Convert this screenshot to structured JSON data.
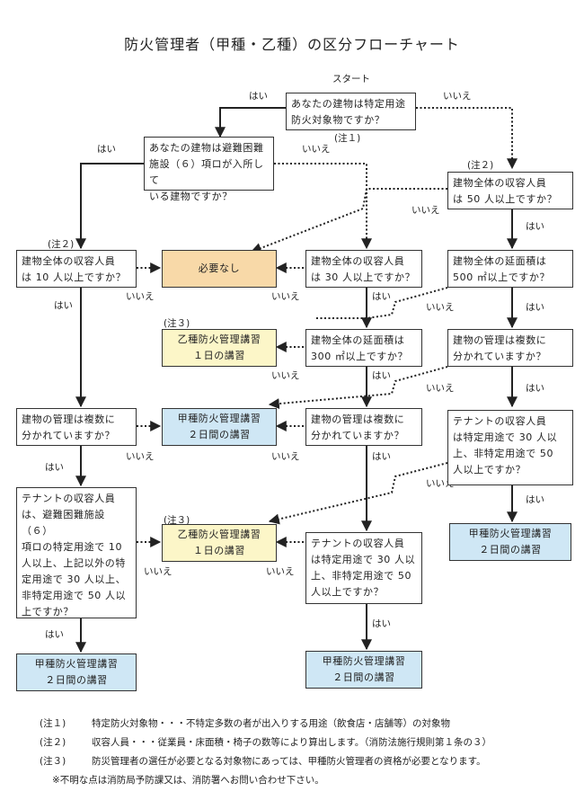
{
  "title": "防火管理者（甲種・乙種）の区分フローチャート",
  "start": "スタート",
  "yes": "はい",
  "no": "いいえ",
  "note_marks": {
    "n1": "(注１)",
    "n2": "(注２)",
    "n3": "(注３)"
  },
  "boxes": {
    "q_specific": [
      "あなたの建物は特定用途",
      "防火対象物ですか？"
    ],
    "q_evac": [
      "あなたの建物は避難困難",
      "施設（６）項ロが入所して",
      "いる建物ですか？"
    ],
    "q_r_cap50": [
      "建物全体の収容人員",
      "は 50 人以上ですか？"
    ],
    "q_l_cap10": [
      "建物全体の収容人員",
      "は 10 人以上ですか？"
    ],
    "not_needed": "必要なし",
    "q_m_cap30": [
      "建物全体の収容人員",
      "は 30 人以上ですか？"
    ],
    "q_r_area500": [
      "建物全体の延面積は",
      "500 ㎡以上ですか？"
    ],
    "otsu_1": [
      "乙種防火管理講習",
      "１日の講習"
    ],
    "q_m_area300": [
      "建物全体の延面積は",
      "300 ㎡以上ですか？"
    ],
    "q_r_multi": [
      "建物の管理は複数に",
      "分かれていますか？"
    ],
    "q_l_multi": [
      "建物の管理は複数に",
      "分かれていますか？"
    ],
    "kou_1": [
      "甲種防火管理講習",
      "２日間の講習"
    ],
    "q_m_multi": [
      "建物の管理は複数に",
      "分かれていますか？"
    ],
    "q_r_tenant": [
      "テナントの収容人員",
      "は特定用途で 30 人以",
      "上、非特定用途で 50",
      "人以上ですか？"
    ],
    "kou_r": [
      "甲種防火管理講習",
      "２日間の講習"
    ],
    "q_l_tenant": [
      "テナントの収容人員",
      "は、避難困難施設（６）",
      "項ロの特定用途で 10",
      "人以上、上記以外の特",
      "定用途で 30 人以上、",
      "非特定用途で 50 人以",
      "上ですか？"
    ],
    "otsu_2": [
      "乙種防火管理講習",
      "１日の講習"
    ],
    "q_m_tenant": [
      "テナントの収容人員",
      "は特定用途で 30 人以",
      "上、非特定用途で 50",
      "人以上ですか？"
    ],
    "kou_m": [
      "甲種防火管理講習",
      "２日間の講習"
    ],
    "kou_l": [
      "甲種防火管理講習",
      "２日間の講習"
    ]
  },
  "notes": [
    {
      "tag": "(注１)",
      "text": "特定防火対象物・・・不特定多数の者が出入りする用途（飲食店・店舗等）の対象物"
    },
    {
      "tag": "(注２)",
      "text": "収容人員・・・従業員・床面積・椅子の数等により算出します。（消防法施行規則第１条の３）"
    },
    {
      "tag": "(注３)",
      "text": "防災管理者の選任が必要となる対象物にあっては、甲種防火管理者の資格が必要となります。"
    }
  ],
  "footer": "※不明な点は消防局予防課又は、消防署へお問い合わせ下さい。"
}
